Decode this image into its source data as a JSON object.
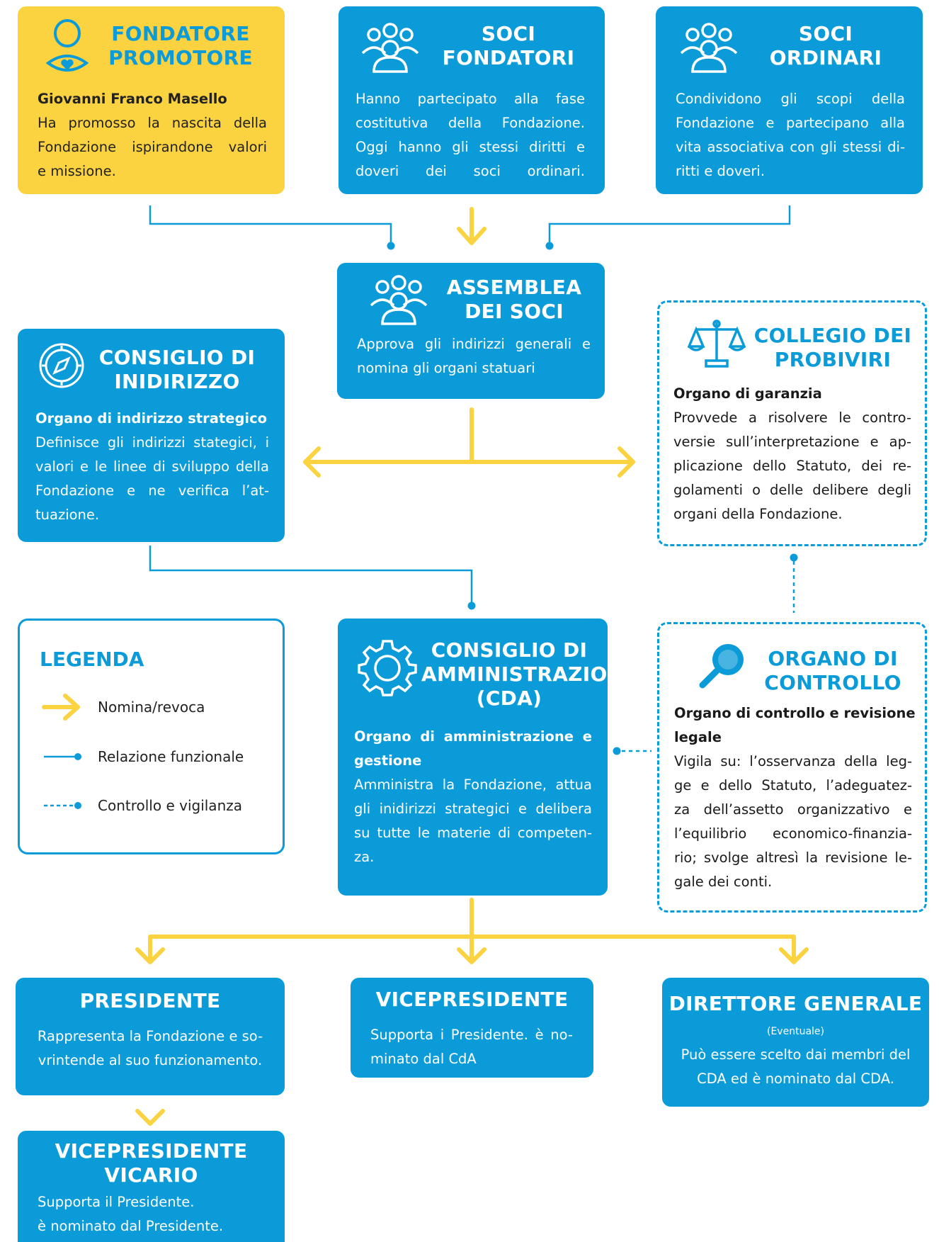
{
  "colors": {
    "blue": "#0a9bd8",
    "yellow": "#fbd23f",
    "accent_yellow": "#fbd23f"
  },
  "fondatore": {
    "title": [
      "FONDATORE",
      "PROMOTORE"
    ],
    "icon": "person-heart-icon",
    "name": "Giovanni Franco Masello",
    "lines": [
      "Ha promosso la nascita della",
      "Fondazione ispirandone valori",
      "e missione."
    ]
  },
  "soci_fondatori": {
    "title": [
      "SOCI",
      "FONDATORI"
    ],
    "icon": "group-icon",
    "lines": [
      "Hanno partecipato alla fase",
      "costitutiva della Fondazione.",
      "Oggi hanno gli stessi diritti e",
      "doveri dei soci ordinari."
    ]
  },
  "soci_ordinari": {
    "title": [
      "SOCI",
      "ORDINARI"
    ],
    "icon": "group-icon",
    "lines": [
      "Condividono gli scopi della",
      "Fondazione e partecipano alla",
      "vita associativa con gli stessi di-",
      "ritti e doveri."
    ]
  },
  "assemblea": {
    "title": [
      "ASSEMBLEA",
      "DEI SOCI"
    ],
    "icon": "group-icon",
    "lines": [
      "Approva gli indirizzi generali e",
      "nomina gli organi statuari"
    ]
  },
  "consiglio_indirizzo": {
    "title": [
      "CONSIGLIO DI",
      "INIDIRIZZO"
    ],
    "icon": "compass-icon",
    "subtitle": "Organo di indirizzo strategico",
    "lines": [
      "Definisce gli indirizzi stategici, i",
      "valori e le linee di sviluppo della",
      "Fondazione e  ne verifica l’at-",
      "tuazione."
    ]
  },
  "collegio": {
    "title": [
      "COLLEGIO DEI",
      "PROBIVIRI"
    ],
    "icon": "scales-icon",
    "subtitle": "Organo di garanzia",
    "lines": [
      "Provvede a risolvere le contro-",
      "versie sull’interpretazione e ap-",
      "plicazione dello Statuto, dei re-",
      "golamenti o delle delibere degli",
      "organi della Fondazione."
    ]
  },
  "legenda": {
    "title": "LEGENDA",
    "items": [
      "Nomina/revoca",
      "Relazione funzionale",
      "Controllo e vigilanza"
    ]
  },
  "cda": {
    "title": [
      "CONSIGLIO DI",
      "AMMINISTRAZIONE",
      "(CDA)"
    ],
    "icon": "gear-icon",
    "subtitle": [
      "Organo di amministrazione e",
      "gestione"
    ],
    "lines": [
      "Amministra la Fondazione, attua",
      "gli inidirizzi strategici e delibera",
      "su tutte le materie di competen-",
      "za."
    ]
  },
  "organo_controllo": {
    "title": [
      "ORGANO DI",
      "CONTROLLO"
    ],
    "icon": "magnifier-icon",
    "subtitle": [
      "Organo di controllo e revisione",
      "legale"
    ],
    "lines": [
      "Vigila su: l’osservanza della leg-",
      "ge e dello Statuto, l’adeguatez-",
      "za dell’assetto organizzativo  e",
      "l’equilibrio  economico-finanzia-",
      "rio; svolge altresì la revisione le-",
      "gale dei conti."
    ]
  },
  "presidente": {
    "title": "PRESIDENTE",
    "lines": [
      "Rappresenta la Fondazione e so-",
      "vrintende  al suo funzionamento."
    ]
  },
  "vicepresidente": {
    "title": "VICEPRESIDENTE",
    "lines": [
      "Supporta i Presidente. è no-",
      "minato dal CdA"
    ]
  },
  "direttore": {
    "title": "DIRETTORE GENERALE",
    "note": "(Eventuale)",
    "lines": [
      "Può essere scelto dai membri del",
      "CDA ed è nominato dal CDA."
    ]
  },
  "vicario": {
    "title": [
      "VICEPRESIDENTE",
      "VICARIO"
    ],
    "lines": [
      "Supporta il Presidente.",
      "è nominato dal Presidente."
    ]
  }
}
